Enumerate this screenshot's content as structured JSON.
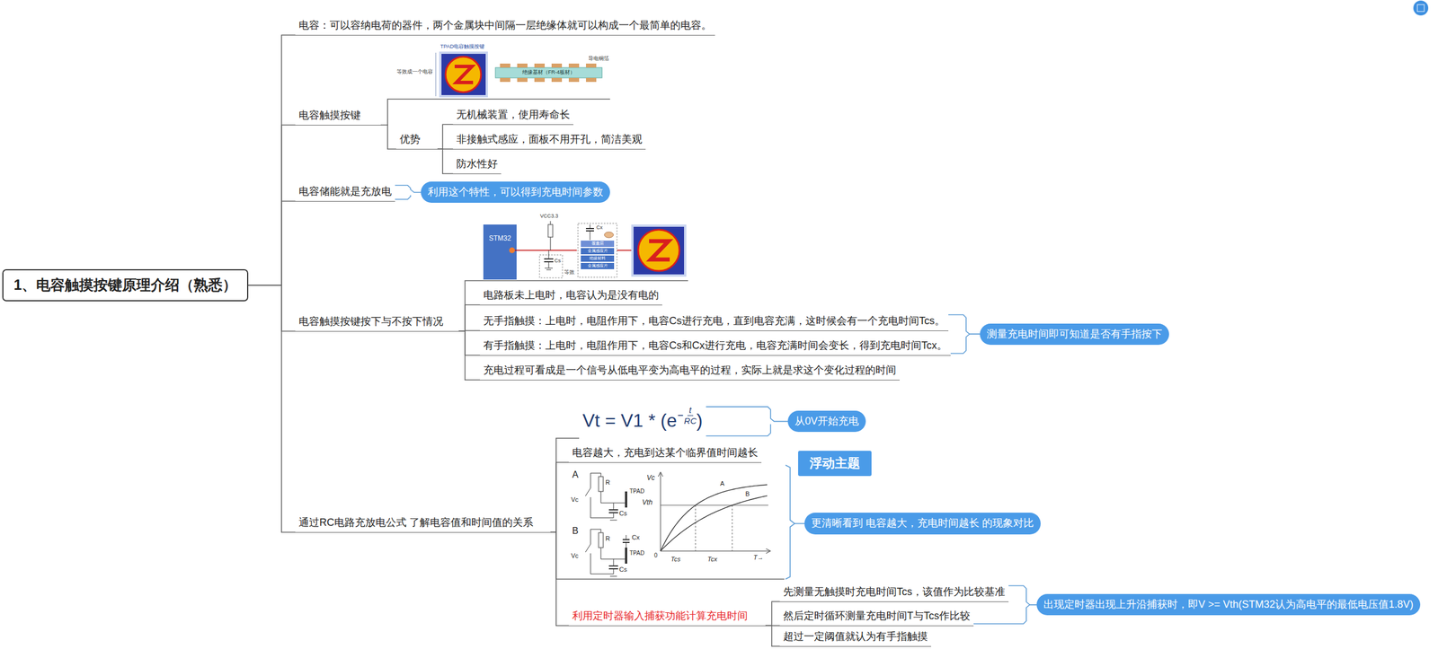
{
  "diagram": {
    "nodes": [
      {
        "text": [
          "1、电容触摸按键原理介绍（熟悉）"
        ]
      },
      {
        "text": [
          "电容：可以容纳电荷的器件，两个金属块中间隔一层绝缘体就可以构成一个最简单的电容。"
        ]
      },
      {
        "text": [
          "电容触摸按键"
        ]
      },
      {
        "text": [
          "优势"
        ]
      },
      {
        "text": [
          "无机械装置，使用寿命长"
        ]
      },
      {
        "text": [
          "非接触式感应，面板不用开孔，简洁美观"
        ]
      },
      {
        "text": [
          "防水性好"
        ]
      },
      {
        "text": [
          "电容储能就是充放电"
        ]
      },
      {
        "text": [
          "利用这个特性，可以得到充电时间参数"
        ]
      },
      {
        "text": [
          "电容触摸按键按下与不按下情况"
        ]
      },
      {
        "text": [
          "电路板未上电时，电容认为是没有电的"
        ]
      },
      {
        "text": [
          "无手指触摸：上电时，电阻作用下，电容Cs进行充电，直到电容充满，这时候会有一个充电时间Tcs。"
        ]
      },
      {
        "text": [
          "有手指触摸：上电时，电阻作用下，电容Cs和Cx进行充电，电容充满时间会变长，得到充电时间Tcx。"
        ]
      },
      {
        "text": [
          "充电过程可看成是一个信号从低电平变为高电平的过程，实际上就是求这个变化过程的时间"
        ]
      },
      {
        "text": [
          "测量充电时间即可知道是否有手指按下"
        ]
      },
      {
        "text": [
          "通过RC电路充放电公式 了解电容值和时间值的关系"
        ]
      },
      {
        "text": [
          "Vt = V1 * (e",
          "−",
          "t",
          "RC",
          ")"
        ]
      },
      {
        "text": [
          "从0V开始充电"
        ]
      },
      {
        "text": [
          "电容越大，充电到达某个临界值时间越长"
        ]
      },
      {
        "text": [
          "浮动主题"
        ]
      },
      {
        "text": [
          "更清晰看到 电容越大，充电时间越长 的现象对比"
        ]
      },
      {
        "text": [
          "利用定时器输入捕获功能计算充电时间"
        ]
      },
      {
        "text": [
          "先测量无触摸时充电时间Tcs，该值作为比较基准"
        ]
      },
      {
        "text": [
          "然后定时循环测量充电时间T与Tcs作比较"
        ]
      },
      {
        "text": [
          "超过一定阈值就认为有手指触摸"
        ]
      },
      {
        "text": [
          "出现定时器出现上升沿捕获时，即V >= Vth(STM32认为高电平的最低电压值1.8V)"
        ]
      }
    ],
    "edges": [
      {
        "from": 0,
        "to": 1,
        "arrow": "none"
      },
      {
        "from": 0,
        "to": 2,
        "arrow": "none"
      },
      {
        "from": 0,
        "to": 7,
        "arrow": "none"
      },
      {
        "from": 0,
        "to": 9,
        "arrow": "none"
      },
      {
        "from": 0,
        "to": 15,
        "arrow": "none"
      },
      {
        "from": 2,
        "to": 3,
        "arrow": "none"
      },
      {
        "from": 3,
        "to": 4,
        "arrow": "none"
      },
      {
        "from": 3,
        "to": 5,
        "arrow": "none"
      },
      {
        "from": 3,
        "to": 6,
        "arrow": "none"
      },
      {
        "from": 7,
        "to": 8,
        "arrow": "none"
      },
      {
        "from": 9,
        "to": 10,
        "arrow": "none"
      },
      {
        "from": 9,
        "to": 11,
        "arrow": "none"
      },
      {
        "from": 9,
        "to": 12,
        "arrow": "none"
      },
      {
        "from": 9,
        "to": 13,
        "arrow": "none"
      },
      {
        "from": 11,
        "to": 14,
        "arrow": "none"
      },
      {
        "from": 12,
        "to": 14,
        "arrow": "none"
      },
      {
        "from": 15,
        "to": 16,
        "arrow": "none"
      },
      {
        "from": 16,
        "to": 17,
        "arrow": "none"
      },
      {
        "from": 15,
        "to": 18,
        "arrow": "none"
      },
      {
        "from": 15,
        "to": 21,
        "arrow": "none"
      },
      {
        "from": 21,
        "to": 22,
        "arrow": "none"
      },
      {
        "from": 21,
        "to": 23,
        "arrow": "none"
      },
      {
        "from": 21,
        "to": 24,
        "arrow": "none"
      },
      {
        "from": 22,
        "to": 25,
        "arrow": "none"
      },
      {
        "from": 23,
        "to": 25,
        "arrow": "none"
      }
    ],
    "labels": [
      "TPAD电容触摸按键",
      "等效成一个电容",
      "绝缘基材（FR-4板材）",
      "导电铜箔",
      "STM32",
      "VCC3.3",
      "Cs",
      "等效",
      "Cx",
      "覆盖层",
      "金属感应片",
      "绝缘材料",
      "金属感应片",
      "A",
      "R",
      "Vc",
      "TPAD",
      "Cs",
      "B",
      "R",
      "Cx",
      "Vc",
      "TPAD",
      "Cs",
      "Vc",
      "Vth",
      "A",
      "B",
      "0",
      "Tcs",
      "Tcx",
      "T→"
    ]
  }
}
